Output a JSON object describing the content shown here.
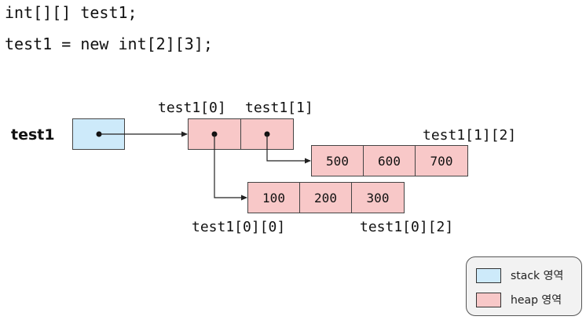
{
  "code": {
    "line1": "int[][] test1;",
    "line2": "test1 = new int[2][3];"
  },
  "diagram": {
    "variable": {
      "name": "test1"
    },
    "outer_array": {
      "labels": [
        "test1[0]",
        "test1[1]"
      ]
    },
    "row_0": {
      "values": [
        "100",
        "200",
        "300"
      ],
      "label_first": "test1[0][0]",
      "label_last": "test1[0][2]"
    },
    "row_1": {
      "values": [
        "500",
        "600",
        "700"
      ],
      "label_last": "test1[1][2]"
    }
  },
  "legend": {
    "items": [
      {
        "label": "stack 영역",
        "color": "#cdeafa"
      },
      {
        "label": "heap 영역",
        "color": "#f8c8c8"
      }
    ]
  }
}
